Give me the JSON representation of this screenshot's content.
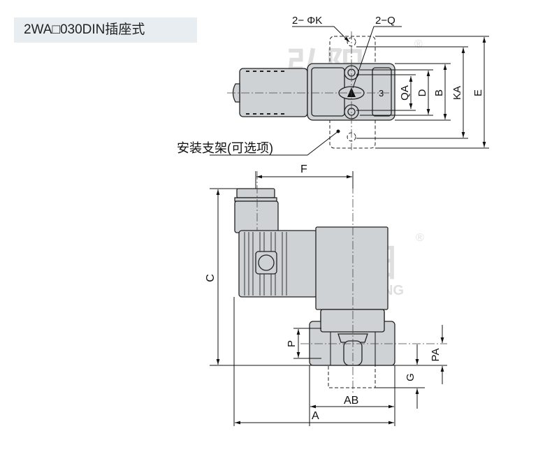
{
  "title": "2WA□030DIN插座式",
  "watermark": {
    "cn": "弘阳",
    "en": "HONGYANG",
    "mark": "®"
  },
  "top_view": {
    "hole_label": "2− ΦK",
    "port_label": "2−Q",
    "port_number": "3",
    "bracket_label": "安装支架(可选项)",
    "dims": [
      "QA",
      "D",
      "B",
      "KA",
      "E"
    ]
  },
  "front_view": {
    "dims": {
      "f": "F",
      "c": "C",
      "p": "P",
      "pa": "PA",
      "g": "G",
      "ab": "AB",
      "a": "A"
    }
  }
}
